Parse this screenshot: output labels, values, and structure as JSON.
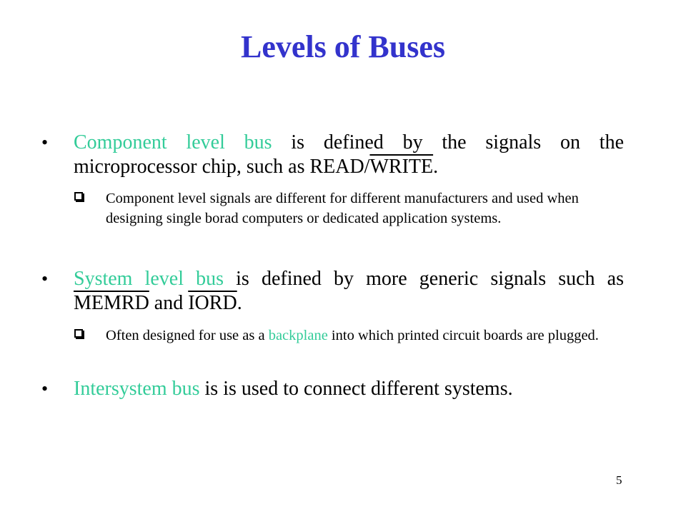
{
  "slide": {
    "title": "Levels of Buses",
    "page_number": "5",
    "colors": {
      "title": "#3333CC",
      "highlight": "#33CC99",
      "text": "#000000"
    }
  },
  "b1": {
    "term": "Component level bus",
    "text1": " is defined by the signals on the microprocessor chip, such as READ/",
    "signal": "WRITE",
    "text2": "."
  },
  "s1": {
    "text": "Component level signals are different for different manufacturers and used when designing single borad computers or dedicated application systems."
  },
  "b2": {
    "term": "System level bus",
    "text1": " is defined by more generic signals such as ",
    "signal1": "MEMRD",
    "text2": " and ",
    "signal2": "IORD",
    "text3": "."
  },
  "s2": {
    "text1": "Often designed for use as a ",
    "term": "backplane",
    "text2": " into which printed circuit boards are plugged."
  },
  "b3": {
    "term": "Intersystem bus",
    "text1": " is is used to connect different systems."
  }
}
